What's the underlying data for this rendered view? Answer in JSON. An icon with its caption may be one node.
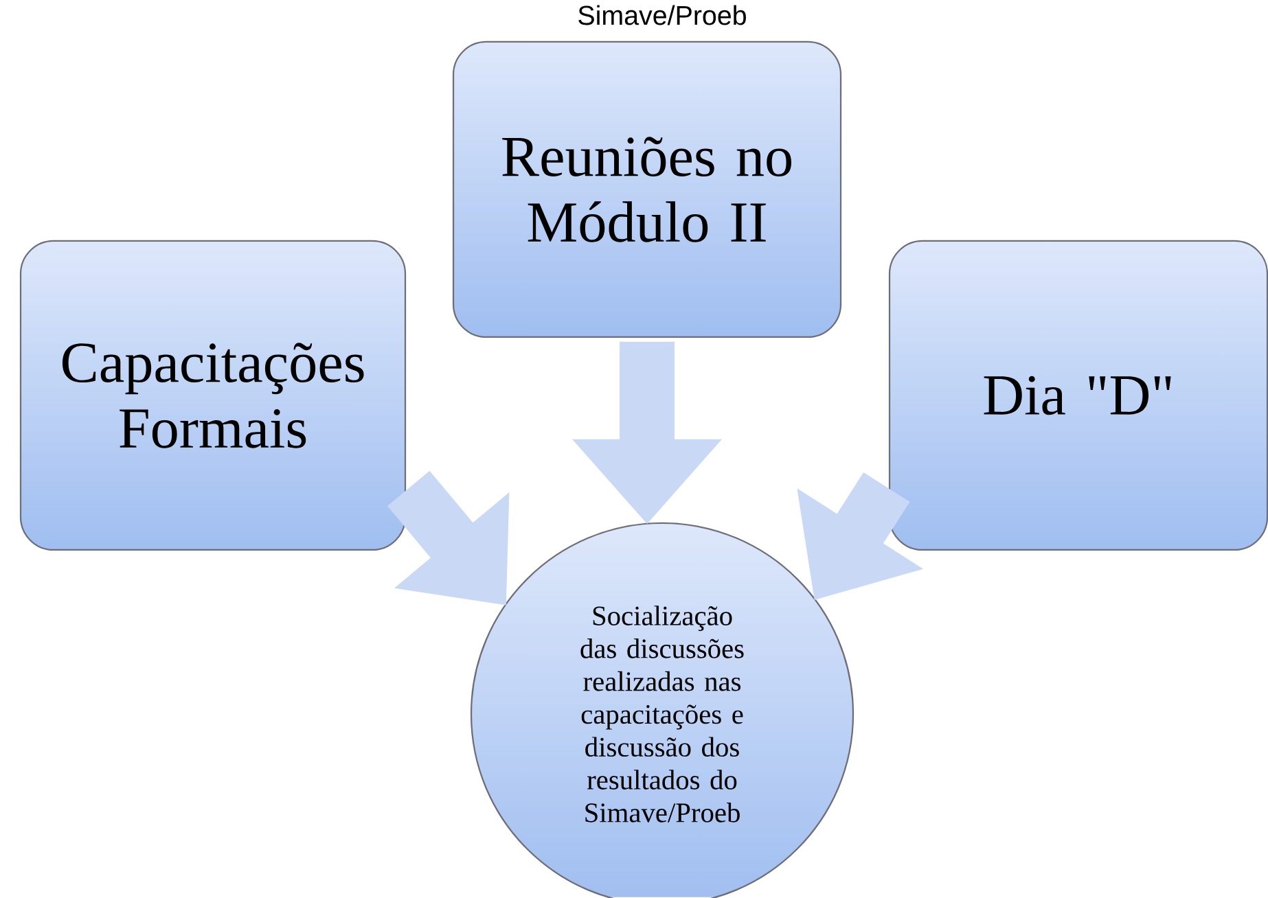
{
  "diagram": {
    "title": "Simave/Proeb",
    "nodes": [
      {
        "text": [
          "Capacitações Formais"
        ]
      },
      {
        "text": [
          "Reuniões no Módulo II"
        ]
      },
      {
        "text": [
          "Dia \"D\""
        ]
      },
      {
        "text": [
          "Socialização das discussões realizadas nas capacitações e discussão dos resultados do Simave/Proeb"
        ]
      }
    ],
    "edges": [
      {
        "from": 0,
        "to": 3,
        "arrow": "to"
      },
      {
        "from": 1,
        "to": 3,
        "arrow": "to"
      },
      {
        "from": 2,
        "to": 3,
        "arrow": "to"
      }
    ]
  }
}
